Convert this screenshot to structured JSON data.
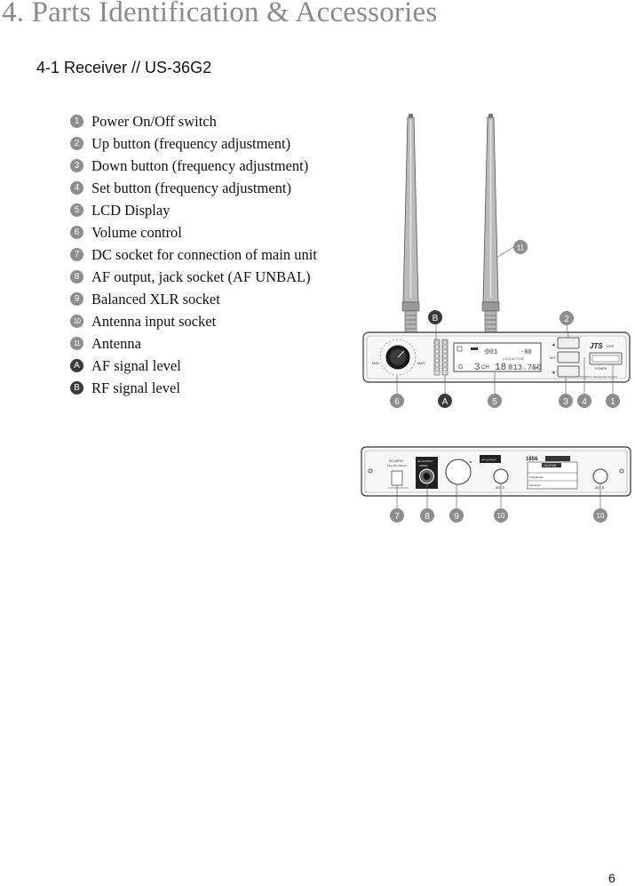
{
  "header": {
    "chapter_title": "4. Parts Identification & Accessories",
    "section_title": "4-1 Receiver // US-36G2"
  },
  "legend": [
    {
      "marker": "1",
      "text": "Power On/Off switch"
    },
    {
      "marker": "2",
      "text": "Up button (frequency adjustment)"
    },
    {
      "marker": "3",
      "text": "Down button (frequency adjustment)"
    },
    {
      "marker": "4",
      "text": "Set button (frequency adjustment)"
    },
    {
      "marker": "5",
      "text": "LCD Display"
    },
    {
      "marker": "6",
      "text": "Volume control"
    },
    {
      "marker": "7",
      "text": "DC socket for connection of main unit"
    },
    {
      "marker": "8",
      "text": "AF output, jack socket (AF UNBAL)"
    },
    {
      "marker": "9",
      "text": "Balanced XLR socket"
    },
    {
      "marker": "10",
      "text": "Antenna input socket"
    },
    {
      "marker": "11",
      "text": "Antenna"
    },
    {
      "marker": "A",
      "text": "AF signal level"
    },
    {
      "marker": "B",
      "text": "RF signal level"
    }
  ],
  "front_panel": {
    "brand": "JTS",
    "band": "UHF",
    "lcd_group": "G",
    "lcd_group_value": "3",
    "lcd_channel_label": "CH",
    "lcd_channel_value": "18",
    "lcd_frequency": "813.750",
    "lcd_frequency_unit": "MHz",
    "lcd_top_value": "001",
    "lcd_top_right": "-80",
    "lcd_lock": "LOCK",
    "lcd_action": "ACTION",
    "set_label": "SET",
    "power_label": "POWER",
    "model_caption": "DIVERSITY RECEIVER  US-36G2",
    "volume_min": "MIN",
    "volume_max": "MAX"
  },
  "callouts_front": {
    "c11": "11",
    "cB": "B",
    "c2": "2",
    "c6": "6",
    "cA": "A",
    "c5": "5",
    "c3": "3",
    "c4": "4",
    "c1": "1"
  },
  "rear_panel": {
    "dc_input": "DC INPUT",
    "dc_spec": "12V-15V 500mA",
    "af_output": "AF OUTPUT",
    "af_unbal": "UNBAL",
    "af_bal": "AF OUTPUT",
    "ant_a": "ANT A",
    "ant_b": "ANT B",
    "caution": "CAUTION",
    "freq_range": "Freq.Range",
    "serial_no": "Serial No.",
    "fcc_code": "1856"
  },
  "callouts_rear": {
    "c7": "7",
    "c8": "8",
    "c9": "9",
    "c10a": "10",
    "c10b": "10"
  },
  "footer": {
    "page_number": "6"
  }
}
